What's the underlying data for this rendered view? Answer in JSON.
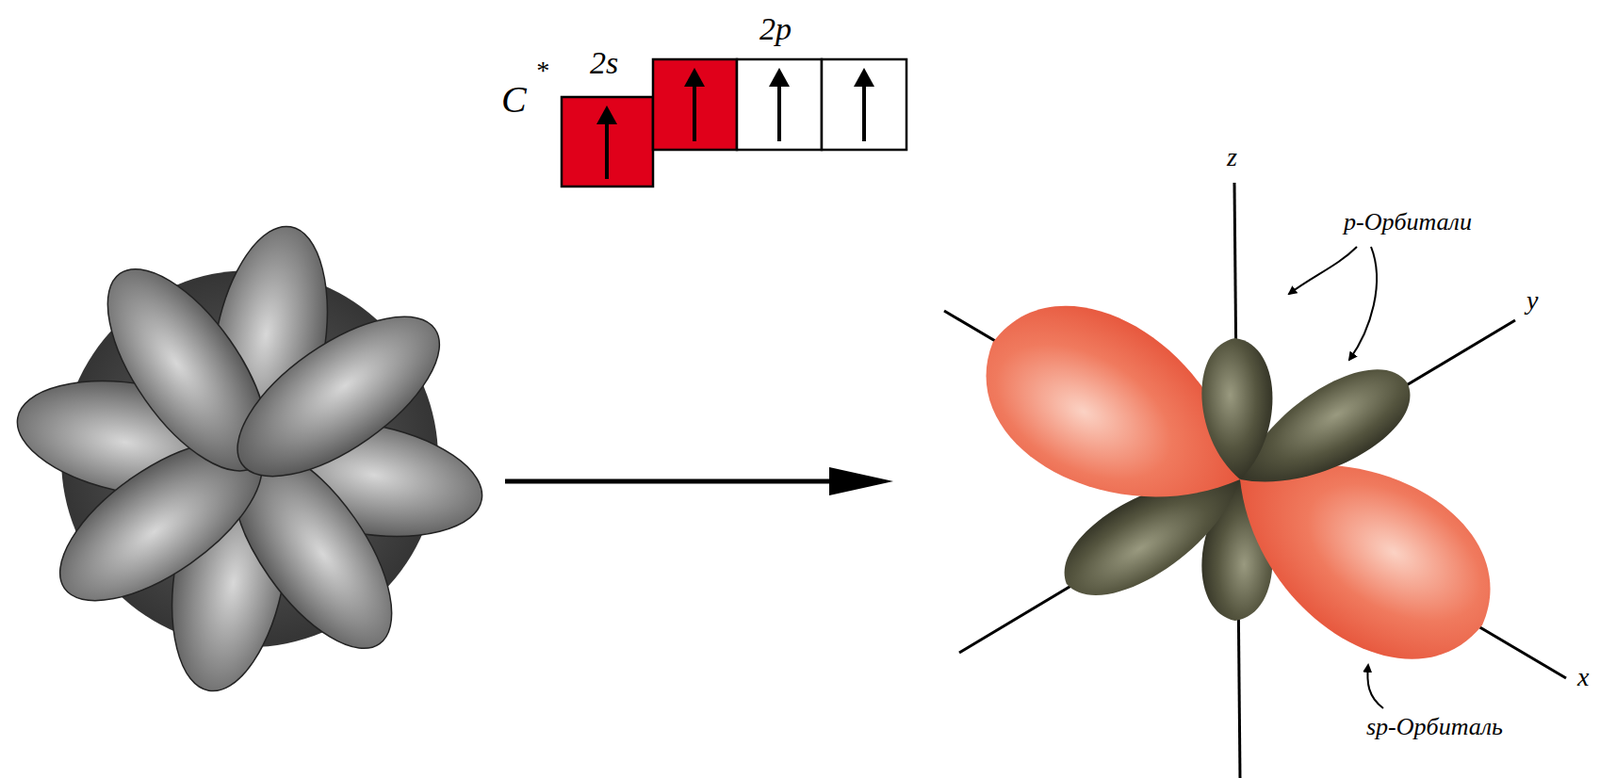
{
  "diagram": {
    "labels": [
      "C",
      "*",
      "2s",
      "2p",
      "z",
      "y",
      "x",
      "p-Орбитали",
      "sp-Орбиталь"
    ]
  }
}
